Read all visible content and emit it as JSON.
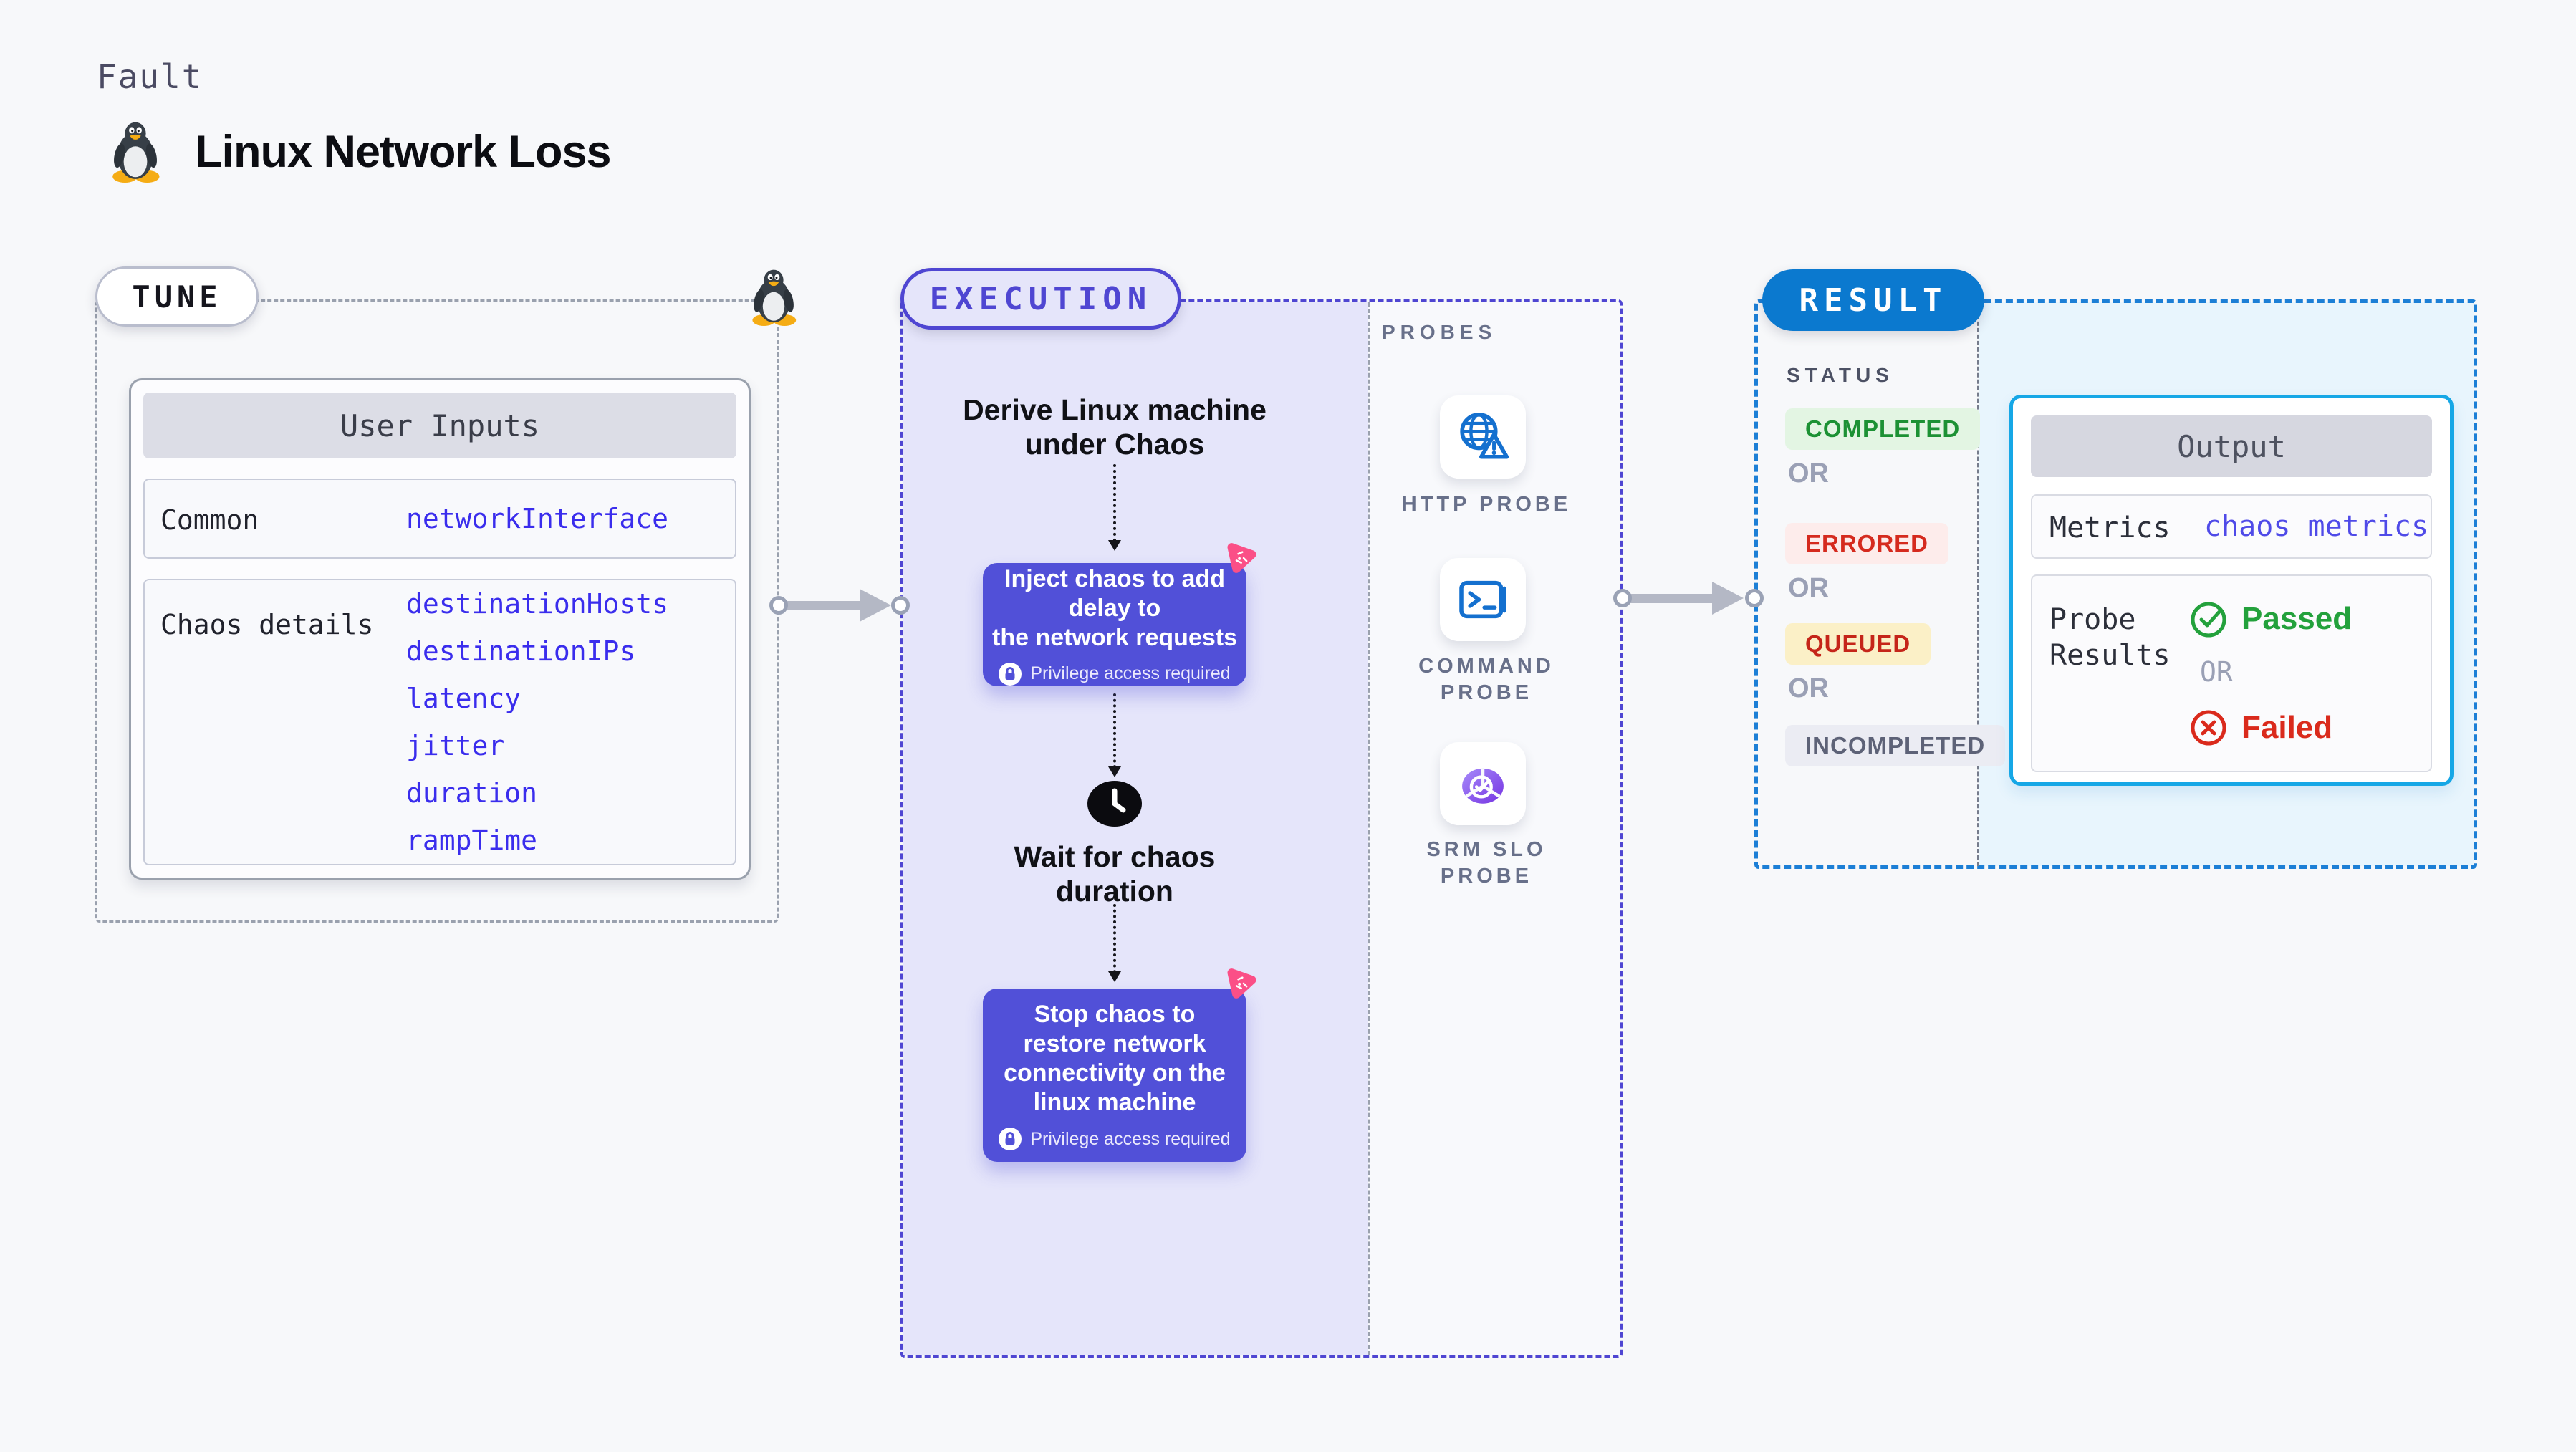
{
  "header": {
    "eyebrow": "Fault",
    "title": "Linux Network Loss",
    "os_icon": "tux-penguin-icon"
  },
  "tune": {
    "badge": "TUNE",
    "table": {
      "title": "User Inputs",
      "rows": [
        {
          "label": "Common",
          "values": [
            "networkInterface"
          ]
        },
        {
          "label": "Chaos details",
          "values": [
            "destinationHosts",
            "destinationIPs",
            "latency",
            "jitter",
            "duration",
            "rampTime"
          ]
        }
      ]
    }
  },
  "execution": {
    "badge": "EXECUTION",
    "derive": {
      "line1": "Derive Linux machine",
      "line2": "under Chaos"
    },
    "inject": {
      "line1": "Inject chaos to add delay to",
      "line2": "the network requests",
      "privilege": "Privilege access required"
    },
    "wait": {
      "line1": "Wait for chaos",
      "line2": "duration"
    },
    "stop": {
      "line1": "Stop chaos to",
      "line2": "restore network",
      "line3": "connectivity on the",
      "line4": "linux machine",
      "privilege": "Privilege access required"
    }
  },
  "probes": {
    "label": "PROBES",
    "items": [
      {
        "line1": "HTTP PROBE",
        "line2": "",
        "icon": "globe-alert-icon"
      },
      {
        "line1": "COMMAND",
        "line2": "PROBE",
        "icon": "terminal-icon"
      },
      {
        "line1": "SRM SLO",
        "line2": "PROBE",
        "icon": "slo-gauge-icon"
      }
    ]
  },
  "result": {
    "badge": "RESULT",
    "status": {
      "label": "STATUS",
      "or": "OR",
      "options": [
        {
          "text": "COMPLETED",
          "state": "success"
        },
        {
          "text": "ERRORED",
          "state": "error"
        },
        {
          "text": "QUEUED",
          "state": "warning"
        },
        {
          "text": "INCOMPLETED",
          "state": "neutral"
        }
      ]
    },
    "output": {
      "title": "Output",
      "metrics_label": "Metrics",
      "metrics_value": "chaos metrics",
      "probe_results_label": "Probe Results",
      "or": "OR",
      "passed": "Passed",
      "failed": "Failed"
    }
  },
  "colors": {
    "accent_indigo": "#4f46d2",
    "chaos_card": "#5150d8",
    "value_blue": "#3a2ded",
    "result_blue": "#0b79cf",
    "result_border": "#1c7fd6",
    "output_border": "#16a7e6",
    "passed_green": "#23a13c",
    "failed_red": "#da2a1c",
    "queued_text": "#c52519",
    "pink_badge": "#fb4f87",
    "arrow_gray": "#b4b8c5"
  }
}
